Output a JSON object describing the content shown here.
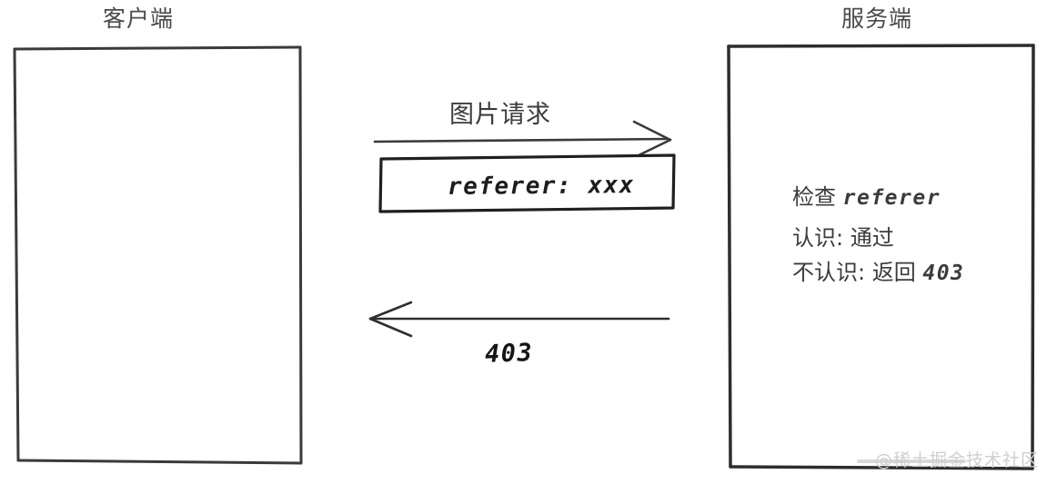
{
  "diagram": {
    "type": "sequence-diagram",
    "background_color": "#ffffff",
    "stroke_color": "#333333",
    "columns": {
      "client": {
        "title": "客户端"
      },
      "server": {
        "title": "服务端"
      }
    },
    "messages": {
      "request": {
        "label": "图片请求",
        "direction": "client-to-server",
        "header_box": "referer: xxx"
      },
      "response": {
        "label": "403",
        "direction": "server-to-client"
      }
    },
    "server_notes": [
      {
        "prefix": "检查 ",
        "code": "referer",
        "suffix": ""
      },
      {
        "prefix": "认识: 通过",
        "code": "",
        "suffix": ""
      },
      {
        "prefix": "不认识: 返回 ",
        "code": "403",
        "suffix": ""
      }
    ],
    "watermark": "@稀土掘金技术社区"
  }
}
